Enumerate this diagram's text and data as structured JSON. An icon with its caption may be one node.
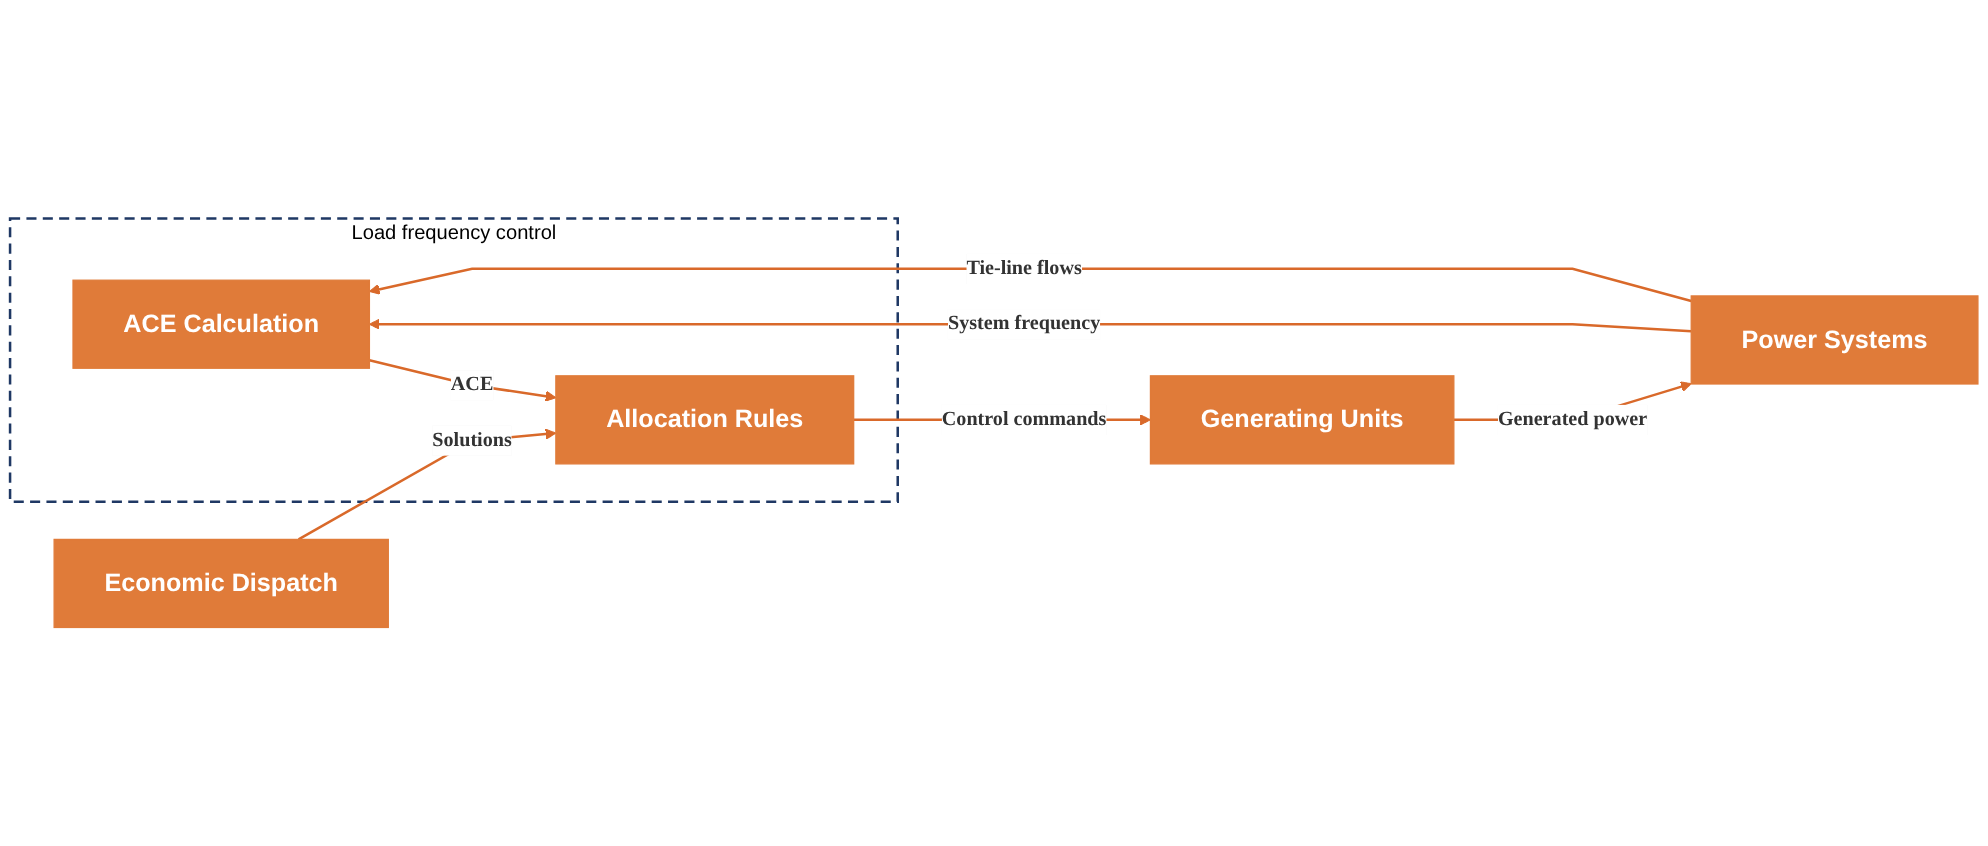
{
  "diagram": {
    "nodes": [
      {
        "text": [
          "Load frequency control"
        ]
      },
      {
        "text": [
          "Power Systems"
        ]
      },
      {
        "text": [
          "ACE Calculation"
        ],
        "in": 0
      },
      {
        "text": [
          "Allocation Rules"
        ],
        "in": 0
      },
      {
        "text": [
          "Generating Units"
        ]
      },
      {
        "text": [
          "Economic Dispatch"
        ]
      }
    ],
    "edges": [
      {
        "from": 1,
        "to": 2,
        "arrow": "to",
        "label": "System frequency"
      },
      {
        "from": 1,
        "to": 2,
        "arrow": "to",
        "label": "Tie-line flows"
      },
      {
        "from": 2,
        "to": 3,
        "arrow": "to",
        "label": "ACE"
      },
      {
        "from": 3,
        "to": 4,
        "arrow": "to",
        "label": "Control commands"
      },
      {
        "from": 5,
        "to": 3,
        "arrow": "to",
        "label": "Solutions"
      },
      {
        "from": 4,
        "to": 1,
        "arrow": "to",
        "label": "Generated power"
      }
    ]
  }
}
